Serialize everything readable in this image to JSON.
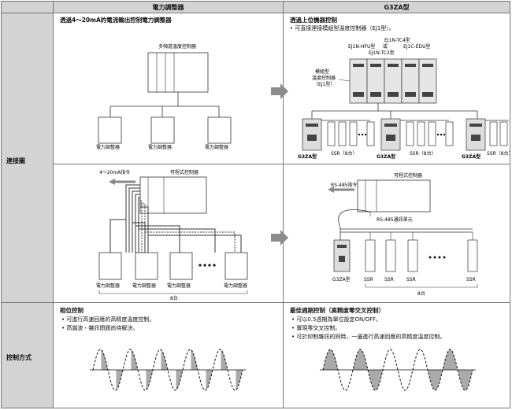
{
  "header": {
    "col1": "電力調整器",
    "col2": "G3ZA型"
  },
  "rows": {
    "connection": "連接圖",
    "control": "控制方式"
  },
  "conn_left": {
    "title": "透過4～20mA的電流輸出控制電力調整器",
    "controller": "多頻道溫度控制器",
    "unit_label": "電力調整器",
    "signal": "4～20mA指令",
    "plc": "可程式控制器",
    "count": "8台"
  },
  "conn_right": {
    "title": "透過上位機器控制",
    "bullet": "• 可直接連接模組型溫度控制器（EJ1型）。",
    "ej1n_tc4": "EJ1N-TC4型",
    "ej1n_hfu": "EJ1N-HFU型",
    "or": "或",
    "ej1c_edu": "EJ1C-EDU型",
    "ej1n_tc2": "EJ1N-TC2型",
    "modular_1": "模組型",
    "modular_2": "溫度控制器",
    "modular_3": "（EJ1型）",
    "g3za": "G3ZA型",
    "ssr8": "SSR（8台）",
    "rs485": "RS-485指令",
    "plc": "可程式控制器",
    "rs485_unit": "RS-485通訊單元",
    "ssr": "SSR",
    "count": "8台"
  },
  "ctrl_left": {
    "title": "相位控制",
    "b1": "• 可進行高速回應的高精度溫度控制。",
    "b2": "• 高諧波・雜訊問題尚待解決。"
  },
  "ctrl_right": {
    "title": "最佳週期控制（高精度零交叉控制）",
    "b1": "• 可以0.5週期為單位設定ON/OFF。",
    "b2": "• 實現零交叉控制。",
    "b3": "• 可於抑制雜訊的同時，一邊進行高速回應的高精度溫度控制。"
  }
}
